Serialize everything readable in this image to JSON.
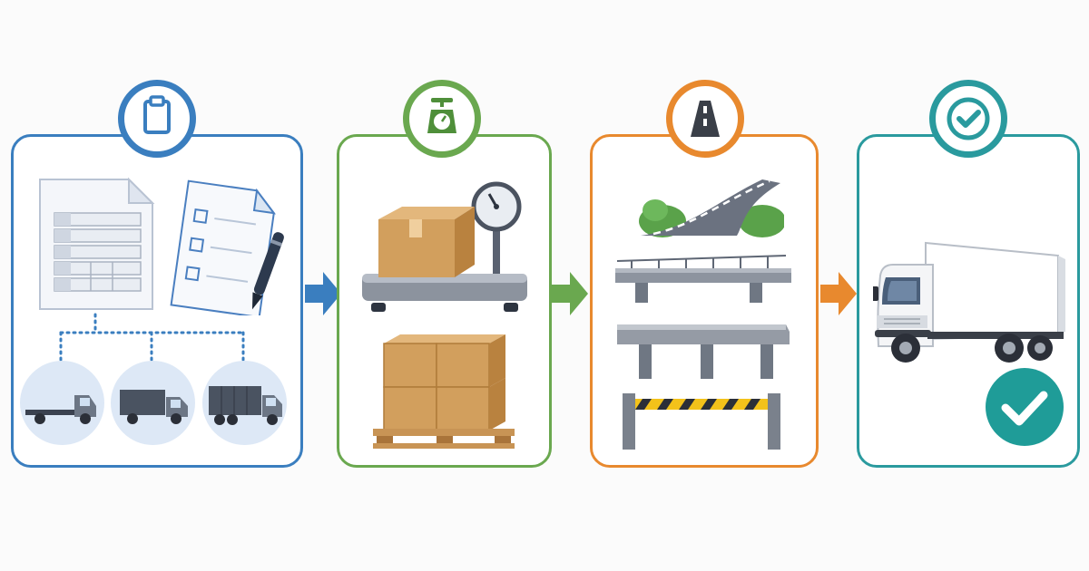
{
  "diagram": {
    "steps": [
      {
        "id": "plan",
        "accent": "#3a7ebf",
        "badge_icon": "clipboard-icon",
        "items": [
          "spreadsheet-document-icon",
          "checklist-document-icon",
          "pen-icon",
          "flatbed-truck-icon",
          "box-truck-icon",
          "large-box-truck-icon"
        ]
      },
      {
        "id": "weigh",
        "accent": "#6aa84f",
        "badge_icon": "weighing-scale-icon",
        "items": [
          "platform-scale-icon",
          "cardboard-box-icon",
          "palletized-boxes-icon"
        ]
      },
      {
        "id": "route",
        "accent": "#e8892e",
        "badge_icon": "road-icon",
        "items": [
          "curved-road-icon",
          "bridge-icon",
          "overpass-icon",
          "height-barrier-icon"
        ]
      },
      {
        "id": "approve",
        "accent": "#2a9a9e",
        "badge_icon": "check-icon",
        "items": [
          "delivery-truck-icon",
          "check-circle-icon"
        ]
      }
    ],
    "connectors": [
      {
        "from": "plan",
        "to": "weigh",
        "color": "#3a7ebf",
        "icon": "arrow-right-icon"
      },
      {
        "from": "weigh",
        "to": "route",
        "color": "#6aa84f",
        "icon": "arrow-right-icon"
      },
      {
        "from": "route",
        "to": "approve",
        "color": "#e8892e",
        "icon": "arrow-right-icon"
      }
    ]
  }
}
